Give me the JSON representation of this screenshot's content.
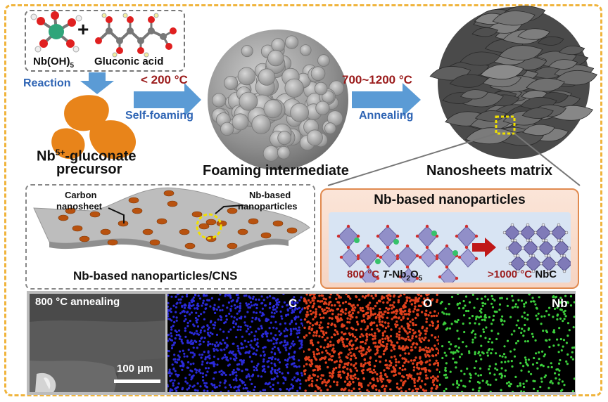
{
  "labels": {
    "nb_oh5_base": "Nb(OH)",
    "nb_oh5_sub": "5",
    "plus": "+",
    "gluconic_acid": "Gluconic acid",
    "reaction": "Reaction",
    "temp_low": "< 200 °C",
    "self_foaming": "Self-foaming",
    "temp_high": "700~1200 °C",
    "annealing": "Annealing",
    "precursor_nb": "Nb",
    "precursor_sup": "5+",
    "precursor_rest": "-gluconate",
    "precursor_line2": "precursor",
    "foaming_intermediate": "Foaming intermediate",
    "nanosheets_matrix": "Nanosheets matrix",
    "carbon_nanosheet_1": "Carbon",
    "carbon_nanosheet_2": "nanosheet",
    "nb_based_1": "Nb-based",
    "nb_based_2": "nanoparticles",
    "cns_caption": "Nb-based nanoparticles/CNS",
    "nanoparticles_title": "Nb-based nanoparticles",
    "t_nb2o5_temp": "800 °C",
    "t_nb2o5_t": "T",
    "t_nb2o5_rest": "-Nb",
    "t_nb2o5_sub2": "2",
    "t_nb2o5_o": "O",
    "t_nb2o5_sub5": "5",
    "nbc_temp": ">1000 °C",
    "nbc_name": "NbC",
    "sem_annealing": "800 °C annealing",
    "scale_bar": "100 µm",
    "map_c": "C",
    "map_o": "O",
    "map_nb": "Nb"
  },
  "colors": {
    "frame": "#f0b43c",
    "arrow_blue": "#5b9bd5",
    "text_blue": "#2e64b4",
    "text_red": "#9b1c1c",
    "precursor_orange": "#e8841a",
    "map_c": "#2a2ad8",
    "map_o": "#e0401c",
    "map_nb": "#3ccf3c"
  }
}
